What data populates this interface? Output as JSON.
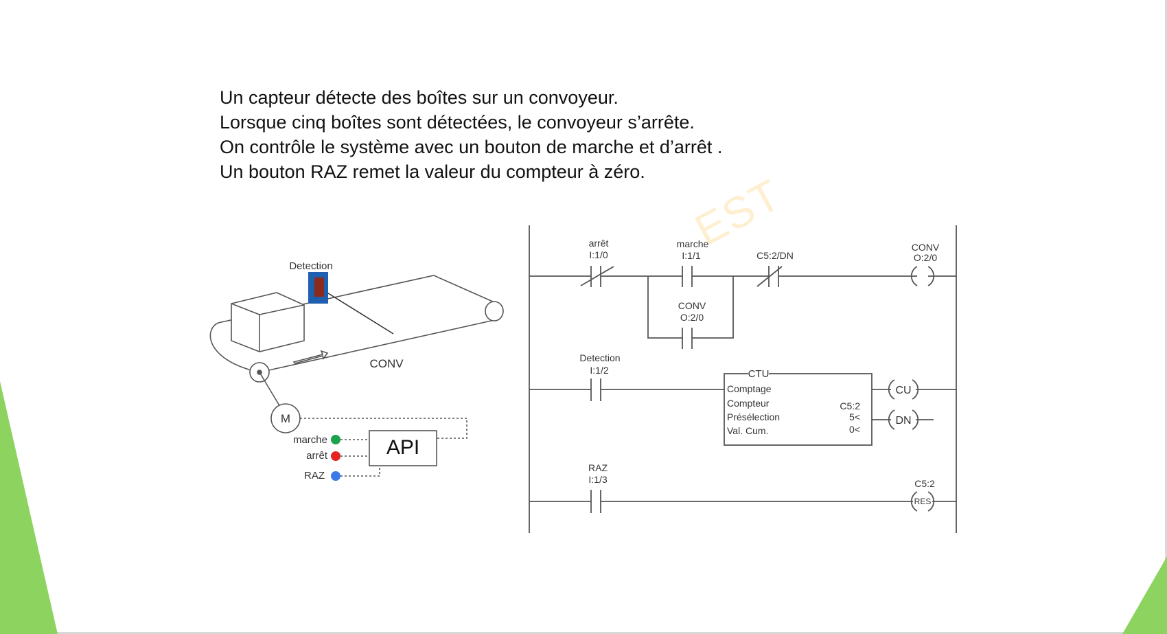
{
  "intro": {
    "line1": "Un capteur détecte des boîtes sur un convoyeur.",
    "line2": "Lorsque cinq boîtes sont détectées, le convoyeur s’arrête.",
    "line3": "On contrôle le système avec un bouton de marche et d’arrêt .",
    "line4": "Un bouton RAZ remet la valeur du compteur à zéro."
  },
  "watermark": "EST",
  "colors": {
    "green_accent": "#8dd35f",
    "marche_button": "#1aa34a",
    "arret_button": "#e52421",
    "raz_button": "#3b7be8",
    "sensor": "#1f5fb0"
  },
  "conveyor": {
    "sensor_label": "Detection",
    "conveyor_label": "CONV",
    "motor_label": "M",
    "plc_label": "API",
    "buttons": {
      "marche": "marche",
      "arret": "arrêt",
      "raz": "RAZ"
    }
  },
  "ladder": {
    "rung1": {
      "contact_arret": {
        "name": "arrêt",
        "address": "I:1/0"
      },
      "contact_marche": {
        "name": "marche",
        "address": "I:1/1"
      },
      "contact_done": {
        "address": "C5:2/DN"
      },
      "holding_contact": {
        "name": "CONV",
        "address": "O:2/0"
      },
      "coil": {
        "name": "CONV",
        "address": "O:2/0"
      }
    },
    "rung2": {
      "contact_detection": {
        "name": "Detection",
        "address": "I:1/2"
      },
      "ctu": {
        "title": "CTU",
        "row1": "Comptage",
        "row2": "Compteur",
        "row3": "Présélection",
        "row4": "Val. Cum.",
        "counter_value": "C5:2",
        "preset_value": "5<",
        "accum_value": "0<"
      },
      "output_cu": "CU",
      "output_dn": "DN"
    },
    "rung3": {
      "contact_raz": {
        "name": "RAZ",
        "address": "I:1/3"
      },
      "coil": {
        "address": "C5:2",
        "label": "RES"
      }
    }
  }
}
